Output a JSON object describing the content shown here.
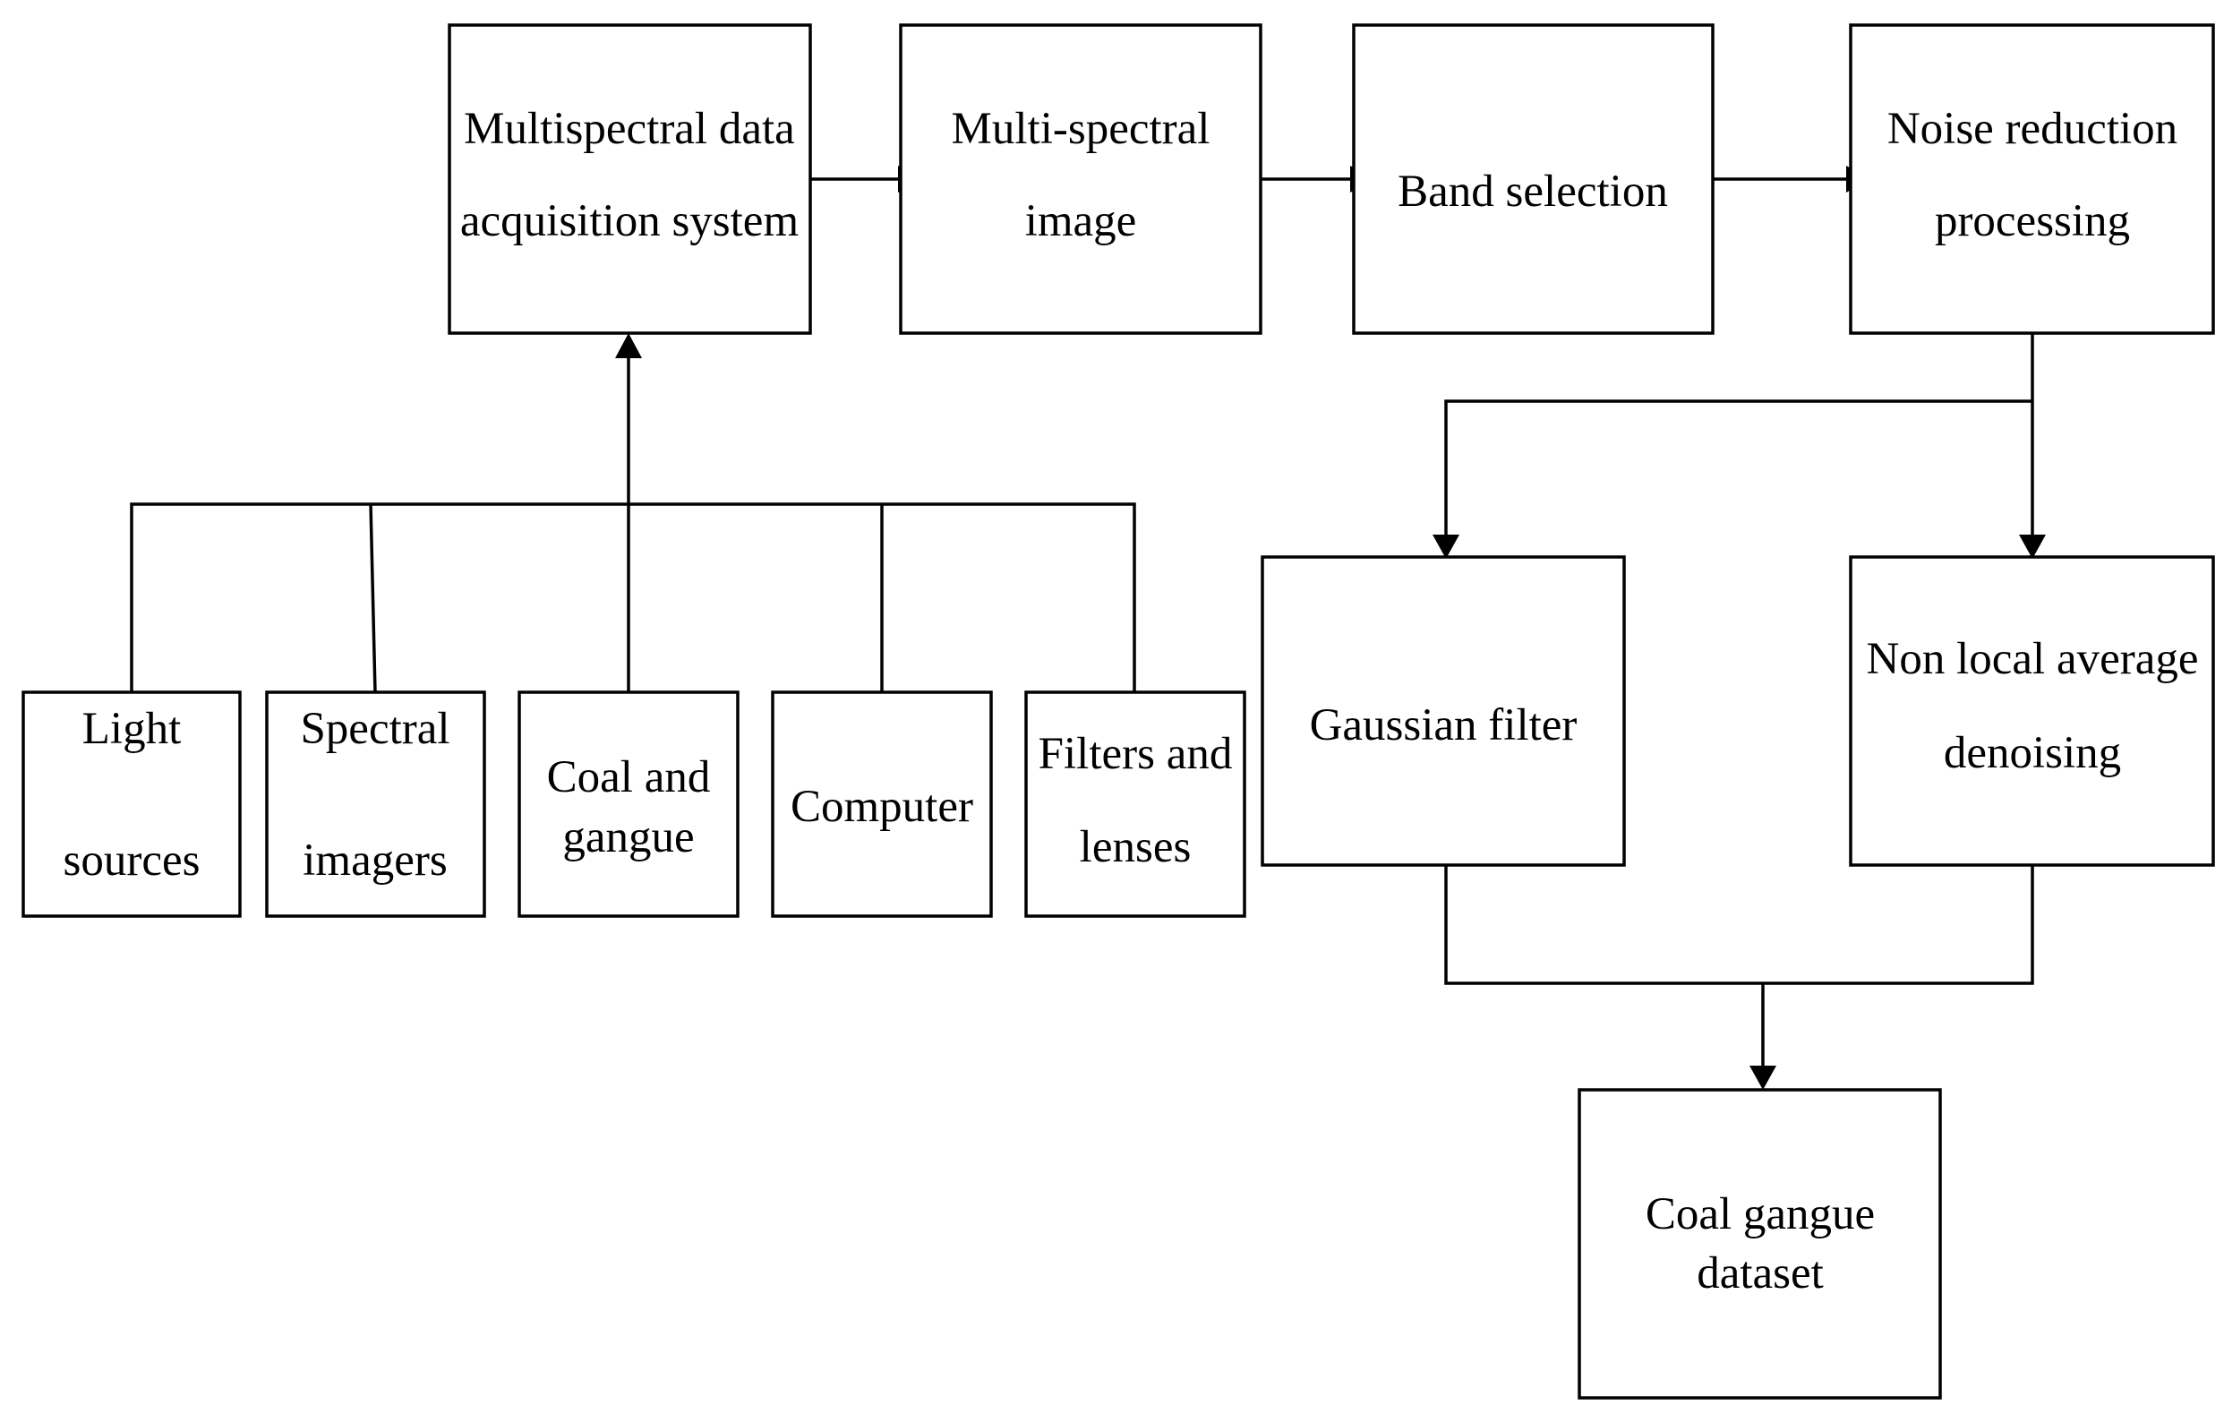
{
  "nodes": {
    "acq": [
      "Multispectral data",
      "acquisition system"
    ],
    "msi": [
      "Multi-spectral",
      "image"
    ],
    "band": [
      "Band selection"
    ],
    "noise": [
      "Noise reduction",
      "processing"
    ],
    "gauss": [
      "Gaussian filter"
    ],
    "nlm": [
      "Non local average",
      "denoising"
    ],
    "dataset": [
      "Coal gangue",
      "dataset"
    ],
    "light": [
      "Light",
      "sources"
    ],
    "imagers": [
      "Spectral",
      "imagers"
    ],
    "coal": [
      "Coal and",
      "gangue"
    ],
    "computer": [
      "Computer"
    ],
    "filters": [
      "Filters and",
      "lenses"
    ]
  },
  "colors": {
    "stroke": "#000000",
    "background": "#ffffff"
  }
}
